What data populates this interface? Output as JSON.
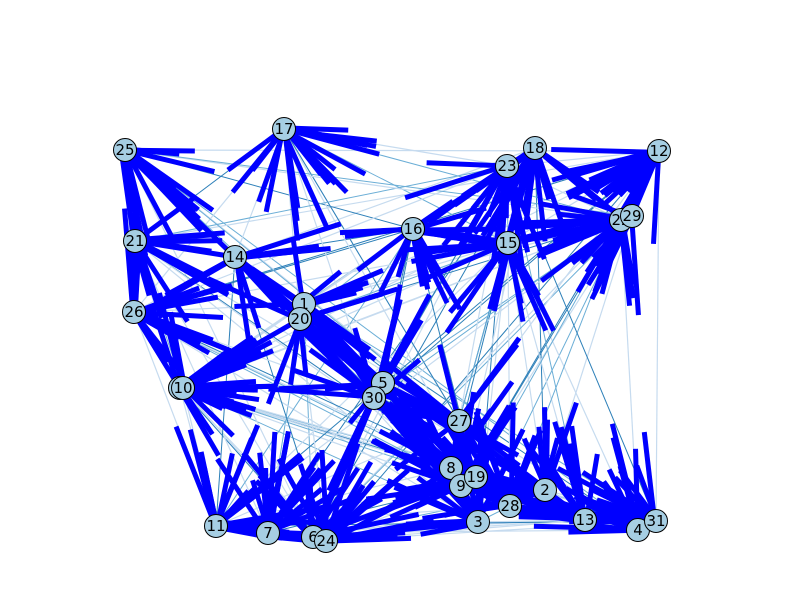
{
  "graph": {
    "nodes": [
      {
        "id": "0"
      },
      {
        "id": "1"
      },
      {
        "id": "2"
      },
      {
        "id": "3"
      },
      {
        "id": "4"
      },
      {
        "id": "5"
      },
      {
        "id": "6"
      },
      {
        "id": "7"
      },
      {
        "id": "8"
      },
      {
        "id": "9"
      },
      {
        "id": "10"
      },
      {
        "id": "11"
      },
      {
        "id": "12"
      },
      {
        "id": "13"
      },
      {
        "id": "14"
      },
      {
        "id": "15"
      },
      {
        "id": "16"
      },
      {
        "id": "17"
      },
      {
        "id": "18"
      },
      {
        "id": "19"
      },
      {
        "id": "20"
      },
      {
        "id": "21"
      },
      {
        "id": "22"
      },
      {
        "id": "23"
      },
      {
        "id": "24"
      },
      {
        "id": "25"
      },
      {
        "id": "26"
      },
      {
        "id": "27"
      },
      {
        "id": "28"
      },
      {
        "id": "29"
      },
      {
        "id": "30"
      },
      {
        "id": "31"
      }
    ],
    "colors": {
      "node_fill": "#a6cee3",
      "node_stroke": "#000000",
      "directed_edge": "#0000ff",
      "edge_light": "#c6dbef",
      "edge_mid": "#6baed6",
      "edge_dark": "#2c7fb8"
    }
  }
}
